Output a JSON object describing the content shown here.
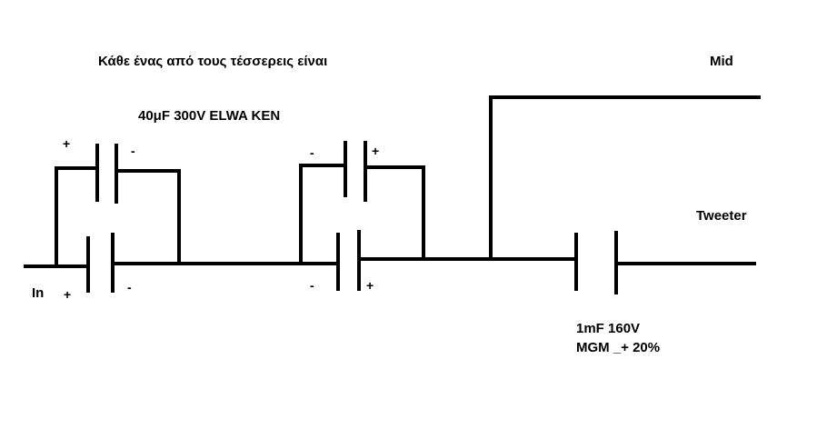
{
  "diagram": {
    "header_note": "Κάθε ένας από τους τέσσερεις είναι",
    "cap_spec": "40μF 300V ELWA KEN",
    "input_label": "In",
    "output_mid_label": "Mid",
    "output_tweeter_label": "Tweeter",
    "series_cap_value_line1": "1mF 160V",
    "series_cap_value_line2": "MGM _+ 20%",
    "polarity": {
      "plus": "+",
      "minus": "-"
    },
    "stroke_color": "#000000",
    "background_color": "#ffffff"
  }
}
